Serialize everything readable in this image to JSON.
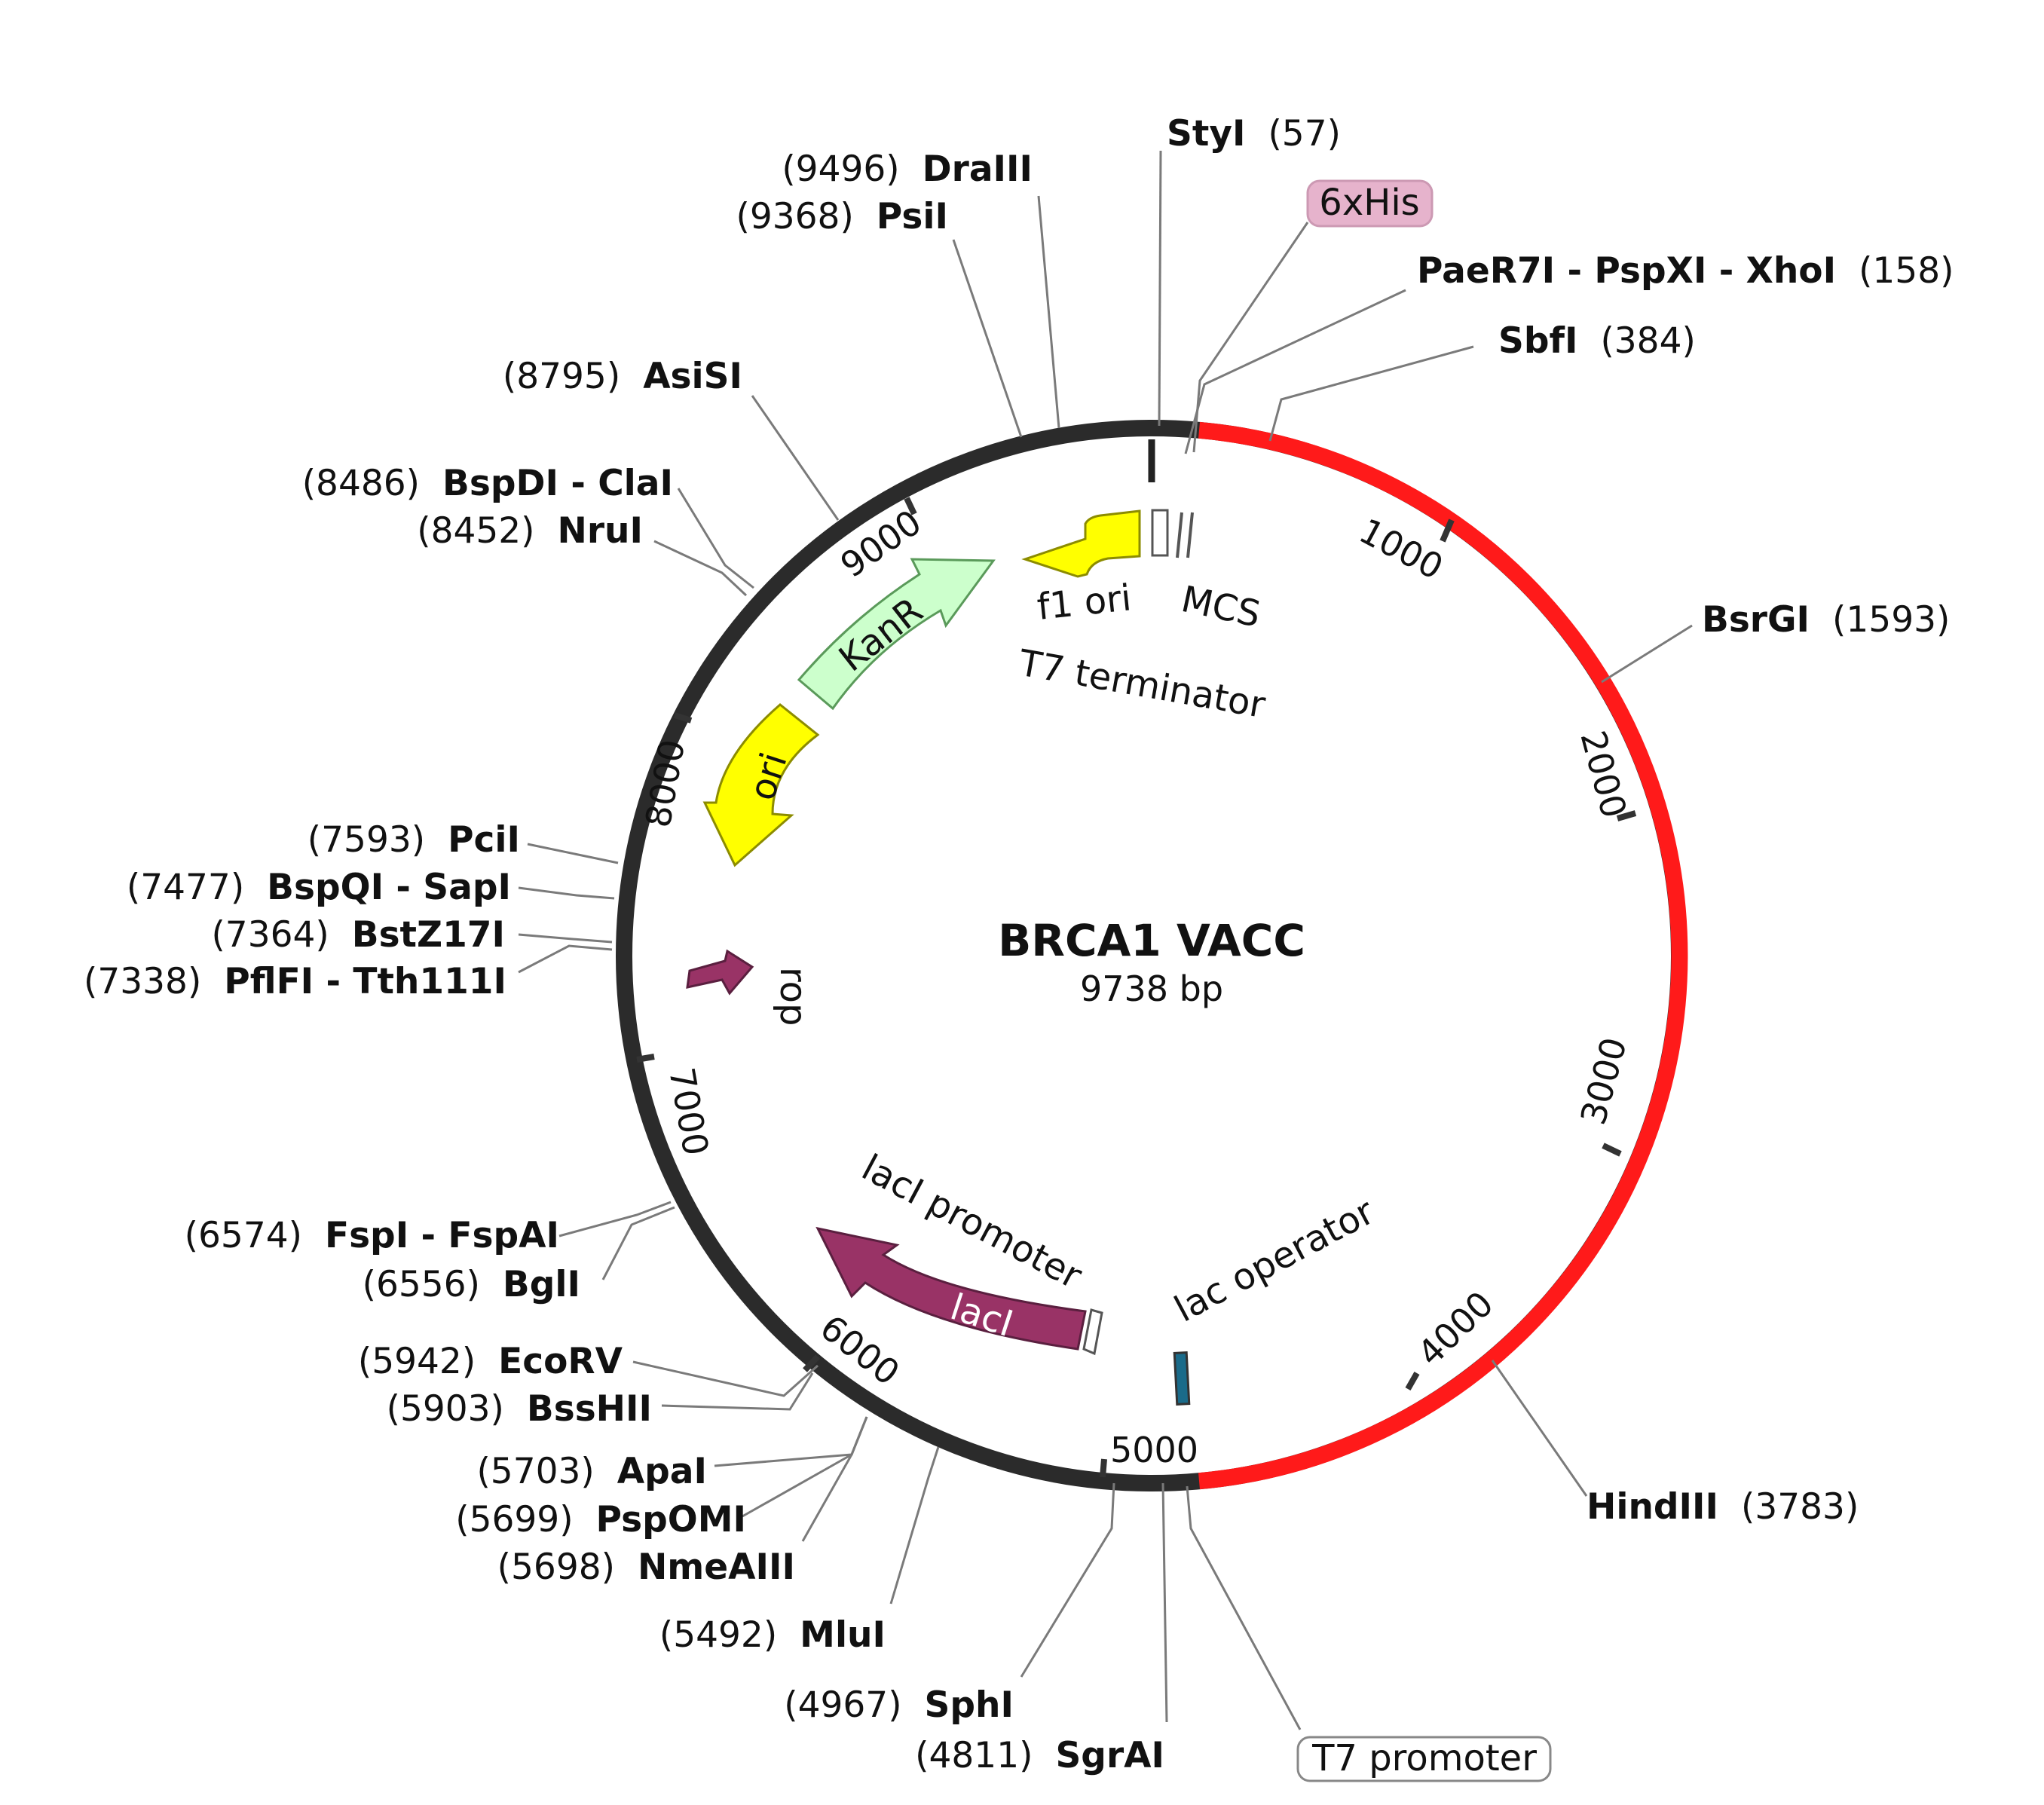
{
  "plasmid": {
    "name": "BRCA1 VACC",
    "length_label": "9738 bp",
    "total_bp": 9738,
    "backbone_color": "#2b2b2b",
    "insert_color": "#ff1a1a",
    "insert_range_bp": [
      158,
      4960
    ]
  },
  "ticks": [
    "1000",
    "2000",
    "3000",
    "4000",
    "5000",
    "6000",
    "7000",
    "8000",
    "9000"
  ],
  "features": [
    {
      "name": "f1 ori",
      "type": "arrow",
      "color": "#ffff00"
    },
    {
      "name": "KanR",
      "type": "arrow",
      "color": "#ccffcc"
    },
    {
      "name": "ori",
      "type": "arrow",
      "color": "#ffff00"
    },
    {
      "name": "rop",
      "type": "arrow",
      "color": "#993366"
    },
    {
      "name": "lacI",
      "type": "arrow",
      "color": "#993366"
    },
    {
      "name": "lacI promoter",
      "type": "box",
      "color": "#ffffff"
    },
    {
      "name": "lac operator",
      "type": "box",
      "color": "#1a6b8a"
    },
    {
      "name": "T7 terminator",
      "type": "box",
      "color": "#ffffff"
    },
    {
      "name": "MCS",
      "type": "box",
      "color": "#ffffff"
    }
  ],
  "boxed_labels": [
    {
      "text": "6xHis",
      "fill": "#e6b3cc",
      "stroke": "#cc99b3"
    },
    {
      "text": "T7 promoter",
      "fill": "#ffffff",
      "stroke": "#888888"
    }
  ],
  "sites": [
    {
      "name": "StyI",
      "pos": "(57)",
      "side": "right"
    },
    {
      "name": "PaeR7I - PspXI - XhoI",
      "pos": "(158)",
      "side": "right"
    },
    {
      "name": "SbfI",
      "pos": "(384)",
      "side": "right"
    },
    {
      "name": "BsrGI",
      "pos": "(1593)",
      "side": "right"
    },
    {
      "name": "HindIII",
      "pos": "(3783)",
      "side": "right"
    },
    {
      "name": "DraIII",
      "pos": "(9496)",
      "side": "left"
    },
    {
      "name": "PsiI",
      "pos": "(9368)",
      "side": "left"
    },
    {
      "name": "AsiSI",
      "pos": "(8795)",
      "side": "left"
    },
    {
      "name": "BspDI - ClaI",
      "pos": "(8486)",
      "side": "left"
    },
    {
      "name": "NruI",
      "pos": "(8452)",
      "side": "left"
    },
    {
      "name": "PciI",
      "pos": "(7593)",
      "side": "left"
    },
    {
      "name": "BspQI - SapI",
      "pos": "(7477)",
      "side": "left"
    },
    {
      "name": "BstZ17I",
      "pos": "(7364)",
      "side": "left"
    },
    {
      "name": "PflFI - Tth111I",
      "pos": "(7338)",
      "side": "left"
    },
    {
      "name": "FspI - FspAI",
      "pos": "(6574)",
      "side": "left"
    },
    {
      "name": "BglI",
      "pos": "(6556)",
      "side": "left"
    },
    {
      "name": "EcoRV",
      "pos": "(5942)",
      "side": "left"
    },
    {
      "name": "BssHII",
      "pos": "(5903)",
      "side": "left"
    },
    {
      "name": "ApaI",
      "pos": "(5703)",
      "side": "left"
    },
    {
      "name": "PspOMI",
      "pos": "(5699)",
      "side": "left"
    },
    {
      "name": "NmeAIII",
      "pos": "(5698)",
      "side": "left"
    },
    {
      "name": "MluI",
      "pos": "(5492)",
      "side": "left"
    },
    {
      "name": "SphI",
      "pos": "(4967)",
      "side": "left"
    },
    {
      "name": "SgrAI",
      "pos": "(4811)",
      "side": "left"
    }
  ]
}
